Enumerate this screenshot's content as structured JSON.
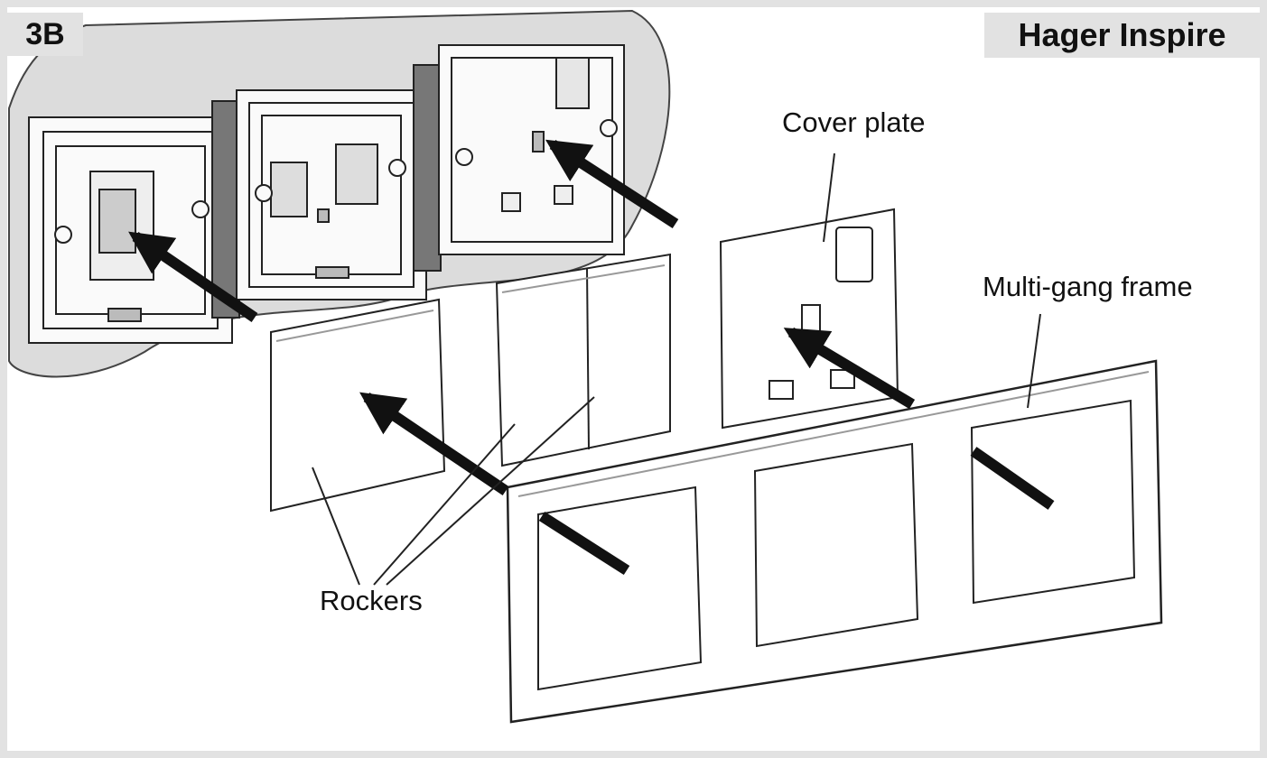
{
  "panel": {
    "step": "3B",
    "brand": "Hager Inspire"
  },
  "labels": {
    "cover_plate": "Cover plate",
    "multi_gang_frame": "Multi-gang frame",
    "rockers": "Rockers"
  },
  "colors": {
    "border": "#e2e2e2",
    "wall": "#dcdcdc",
    "line": "#222222",
    "arrow": "#111111"
  }
}
